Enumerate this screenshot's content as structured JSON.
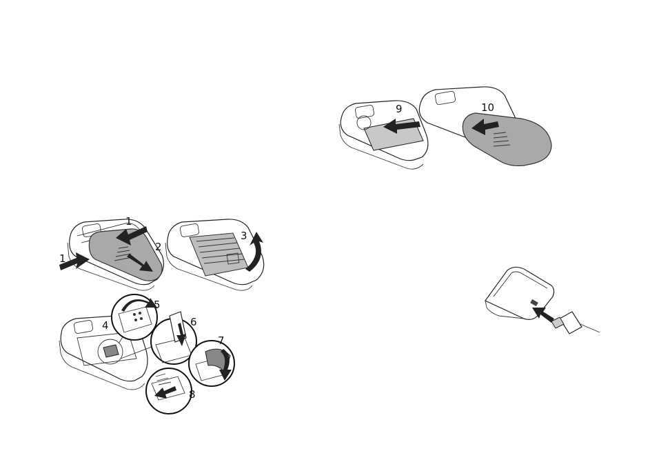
{
  "steps": [
    {
      "id": "1a",
      "label": "1"
    },
    {
      "id": "1b",
      "label": "1"
    },
    {
      "id": "2",
      "label": "2"
    },
    {
      "id": "3",
      "label": "3"
    },
    {
      "id": "4",
      "label": "4"
    },
    {
      "id": "5",
      "label": "5"
    },
    {
      "id": "6",
      "label": "6"
    },
    {
      "id": "7",
      "label": "7"
    },
    {
      "id": "8",
      "label": "8"
    },
    {
      "id": "9",
      "label": "9"
    },
    {
      "id": "10",
      "label": "10"
    }
  ]
}
